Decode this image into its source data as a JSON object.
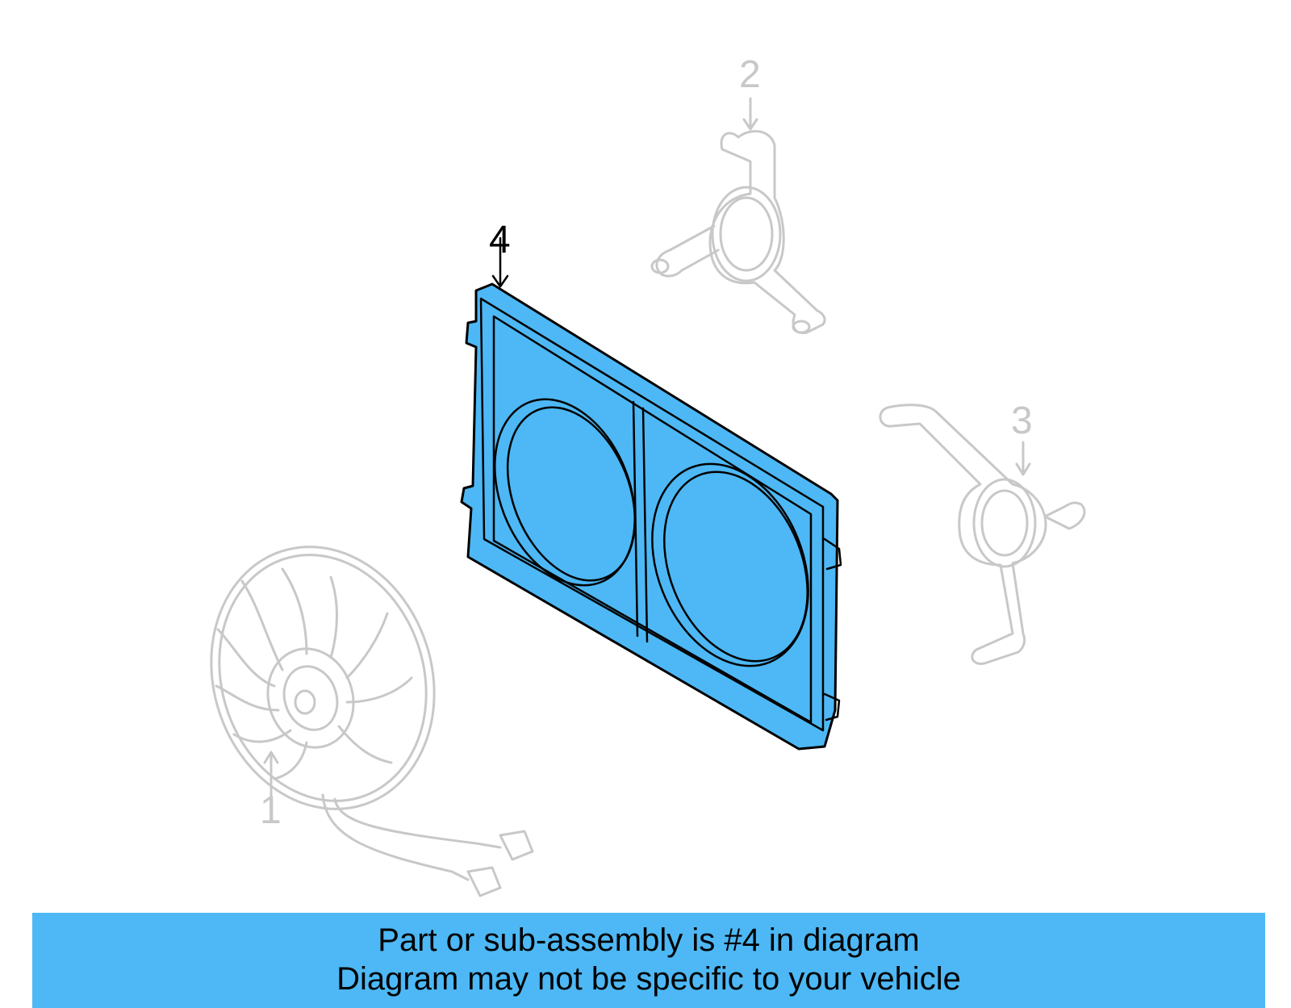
{
  "callouts": {
    "part1": "1",
    "part2": "2",
    "part3": "3",
    "part4": "4"
  },
  "caption": {
    "line1": "Part or sub-assembly is #4 in diagram",
    "line2": "Diagram may not be specific to your vehicle"
  },
  "colors": {
    "highlight": "#4db8f5",
    "ghost": "#c8c8c8",
    "outline": "#000000"
  }
}
